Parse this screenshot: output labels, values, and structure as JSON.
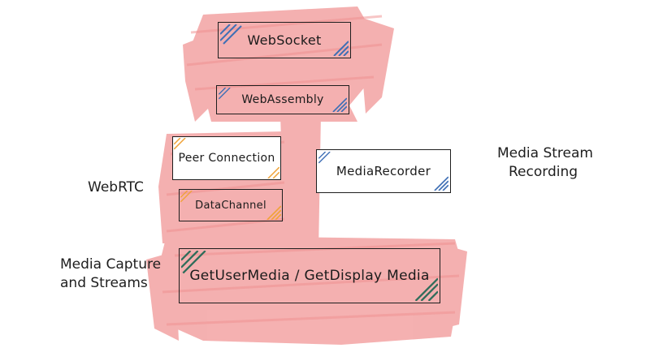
{
  "diagram": {
    "boxes": {
      "websocket": "WebSocket",
      "webassembly": "WebAssembly",
      "peer_connection": "Peer Connection",
      "data_channel": "DataChannel",
      "media_recorder": "MediaRecorder",
      "getusermedia": "GetUserMedia / GetDisplay Media"
    },
    "labels": {
      "webrtc": "WebRTC",
      "media_stream_recording_line1": "Media Stream",
      "media_stream_recording_line2": "Recording",
      "media_capture_line1": "Media Capture",
      "media_capture_line2": "and Streams"
    },
    "colors": {
      "highlight": "#f4a0a0",
      "blue_hatch": "#3f6fb5",
      "orange_hatch": "#f0a33a",
      "green_hatch": "#2f6d5a"
    }
  }
}
